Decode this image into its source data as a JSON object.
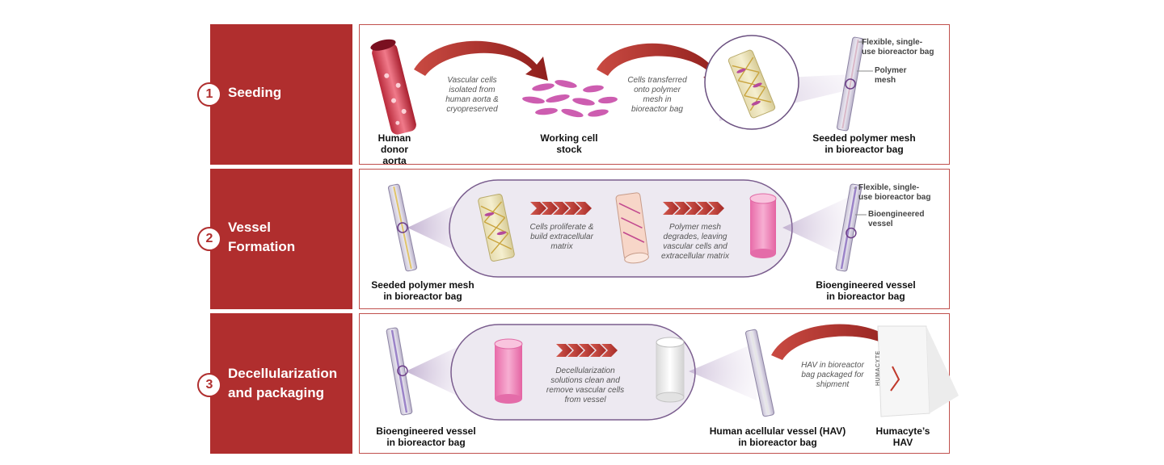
{
  "steps": [
    {
      "number": "1",
      "title_line1": "Seeding",
      "title_line2": ""
    },
    {
      "number": "2",
      "title_line1": "Vessel",
      "title_line2": "Formation"
    },
    {
      "number": "3",
      "title_line1": "Decellularization",
      "title_line2": "and packaging"
    }
  ],
  "panel1": {
    "donor_line1": "Human donor",
    "donor_line2": "aorta",
    "cap_isolated": [
      "Vascular cells",
      "isolated from",
      "human aorta &",
      "cryopreserved"
    ],
    "stock_line1": "Working cell",
    "stock_line2": "stock",
    "cap_transfer": [
      "Cells transferred",
      "onto polymer",
      "mesh in",
      "bioreactor bag"
    ],
    "seeded_line1": "Seeded polymer mesh",
    "seeded_line2": "in bioreactor bag",
    "callout_bag": [
      "Flexible, single-",
      "use bioreactor bag"
    ],
    "callout_mesh": [
      "Polymer",
      "mesh"
    ]
  },
  "panel2": {
    "seeded_line1": "Seeded polymer mesh",
    "seeded_line2": "in bioreactor bag",
    "cap_proliferate": [
      "Cells proliferate &",
      "build extracellular",
      "matrix"
    ],
    "cap_degrade": [
      "Polymer mesh",
      "degrades, leaving",
      "vascular cells and",
      "extracellular matrix"
    ],
    "vessel_line1": "Bioengineered vessel",
    "vessel_line2": "in bioreactor bag",
    "callout_bag": [
      "Flexible, single-",
      "use bioreactor bag"
    ],
    "callout_vessel": [
      "Bioengineered",
      "vessel"
    ]
  },
  "panel3": {
    "vessel_line1": "Bioengineered vessel",
    "vessel_line2": "in bioreactor bag",
    "cap_decell": [
      "Decellularization",
      "solutions clean and",
      "remove vascular cells",
      "from vessel"
    ],
    "hav_line1": "Human acellular vessel (HAV)",
    "hav_line2": "in bioreactor bag",
    "cap_package": [
      "HAV in bioreactor",
      "bag packaged for",
      "shipment"
    ],
    "humacyte_line1": "Humacyte’s",
    "humacyte_line2": "HAV",
    "box_brand": "HUMACYTE"
  },
  "colors": {
    "step_red": "#b02e2e",
    "panel_border": "#c0504d",
    "arrow_red": "#a8302b",
    "pod_fill": "#ede9f1",
    "pod_border": "#7a5d8e",
    "vessel_pink": "#f28cc0"
  }
}
